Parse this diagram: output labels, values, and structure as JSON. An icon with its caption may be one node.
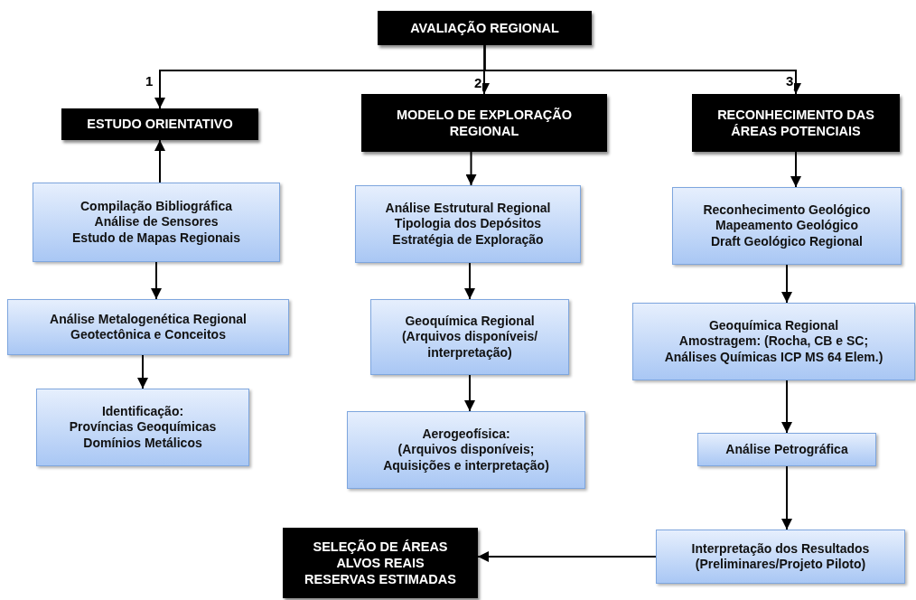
{
  "diagram": {
    "nodes": [
      {
        "text": [
          "AVALIAÇÃO REGIONAL"
        ]
      },
      {
        "text": [
          "ESTUDO ORIENTATIVO"
        ]
      },
      {
        "text": [
          "MODELO DE EXPLORAÇÃO REGIONAL"
        ]
      },
      {
        "text": [
          "RECONHECIMENTO DAS ÁREAS POTENCIAIS"
        ]
      },
      {
        "text": [
          "Compilação Bibliográfica",
          "Análise de Sensores",
          "Estudo de Mapas Regionais"
        ]
      },
      {
        "text": [
          "Análise Metalogenética Regional",
          "Geotectônica e Conceitos"
        ]
      },
      {
        "text": [
          "Identificação:",
          "Províncias Geoquímicas",
          "Domínios Metálicos"
        ]
      },
      {
        "text": [
          "Análise Estrutural Regional",
          "Tipologia dos Depósitos",
          "Estratégia de Exploração"
        ]
      },
      {
        "text": [
          "Geoquímica Regional",
          "(Arquivos disponíveis/ interpretação)"
        ]
      },
      {
        "text": [
          "Aerogeofísica:",
          "(Arquivos disponíveis; Aquisições e interpretação)"
        ]
      },
      {
        "text": [
          "Reconhecimento Geológico",
          "Mapeamento Geológico",
          "Draft Geológico Regional"
        ]
      },
      {
        "text": [
          "Geoquímica Regional",
          "Amostragem: (Rocha, CB e SC;",
          "Análises Químicas ICP MS 64 Elem.)"
        ]
      },
      {
        "text": [
          "Análise Petrográfica"
        ]
      },
      {
        "text": [
          "Interpretação dos Resultados",
          "(Preliminares/Projeto Piloto)"
        ]
      },
      {
        "text": [
          "SELEÇÃO DE ÁREAS ALVOS REAIS RESERVAS ESTIMADAS"
        ]
      }
    ],
    "edges": [
      {
        "from": 0,
        "to": 1,
        "arrow": "to",
        "label": "1"
      },
      {
        "from": 0,
        "to": 2,
        "arrow": "to",
        "label": "2"
      },
      {
        "from": 0,
        "to": 3,
        "arrow": "to",
        "label": "3"
      },
      {
        "from": 4,
        "to": 1,
        "arrow": "to"
      },
      {
        "from": 4,
        "to": 5,
        "arrow": "to"
      },
      {
        "from": 5,
        "to": 6,
        "arrow": "to"
      },
      {
        "from": 2,
        "to": 7,
        "arrow": "to"
      },
      {
        "from": 7,
        "to": 8,
        "arrow": "to"
      },
      {
        "from": 8,
        "to": 9,
        "arrow": "to"
      },
      {
        "from": 3,
        "to": 10,
        "arrow": "to"
      },
      {
        "from": 10,
        "to": 11,
        "arrow": "to"
      },
      {
        "from": 11,
        "to": 12,
        "arrow": "to"
      },
      {
        "from": 12,
        "to": 13,
        "arrow": "to"
      },
      {
        "from": 13,
        "to": 14,
        "arrow": "to"
      }
    ]
  }
}
